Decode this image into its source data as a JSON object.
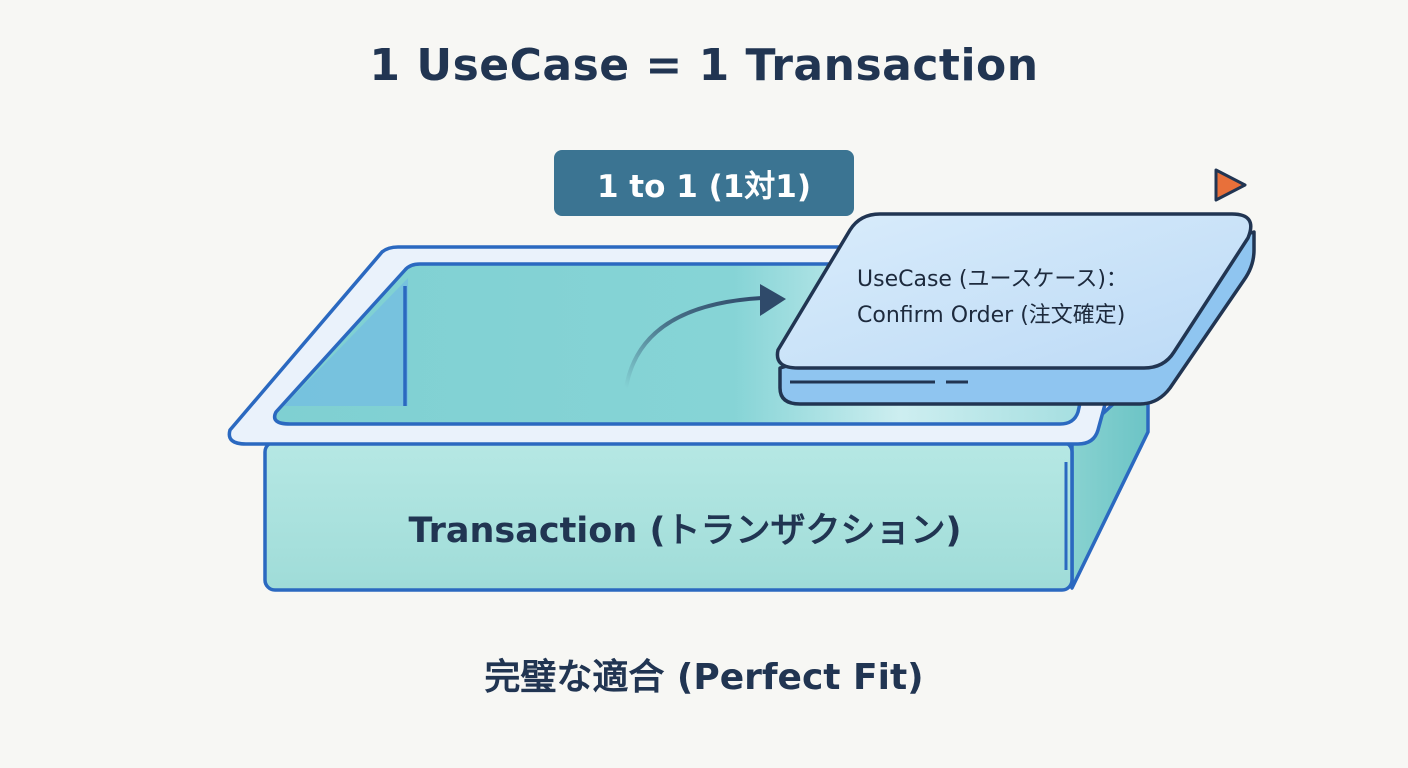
{
  "title": "1 UseCase = 1 Transaction",
  "relation_badge": "1 to 1 (1対1)",
  "transaction_box": {
    "label": "Transaction (トランザクション)"
  },
  "usecase_card": {
    "line1": "UseCase (ユースケース)：",
    "line2": "Confirm Order (注文確定)"
  },
  "caption": "完璧な適合 (Perfect Fit)",
  "colors": {
    "navy_text": "#213552",
    "badge": "#3b7492",
    "box_outline": "#2b69c0",
    "box_fill": "#a6e2dd",
    "card_fill": "#cbe3f8",
    "arrow_head": "#e8703a"
  }
}
